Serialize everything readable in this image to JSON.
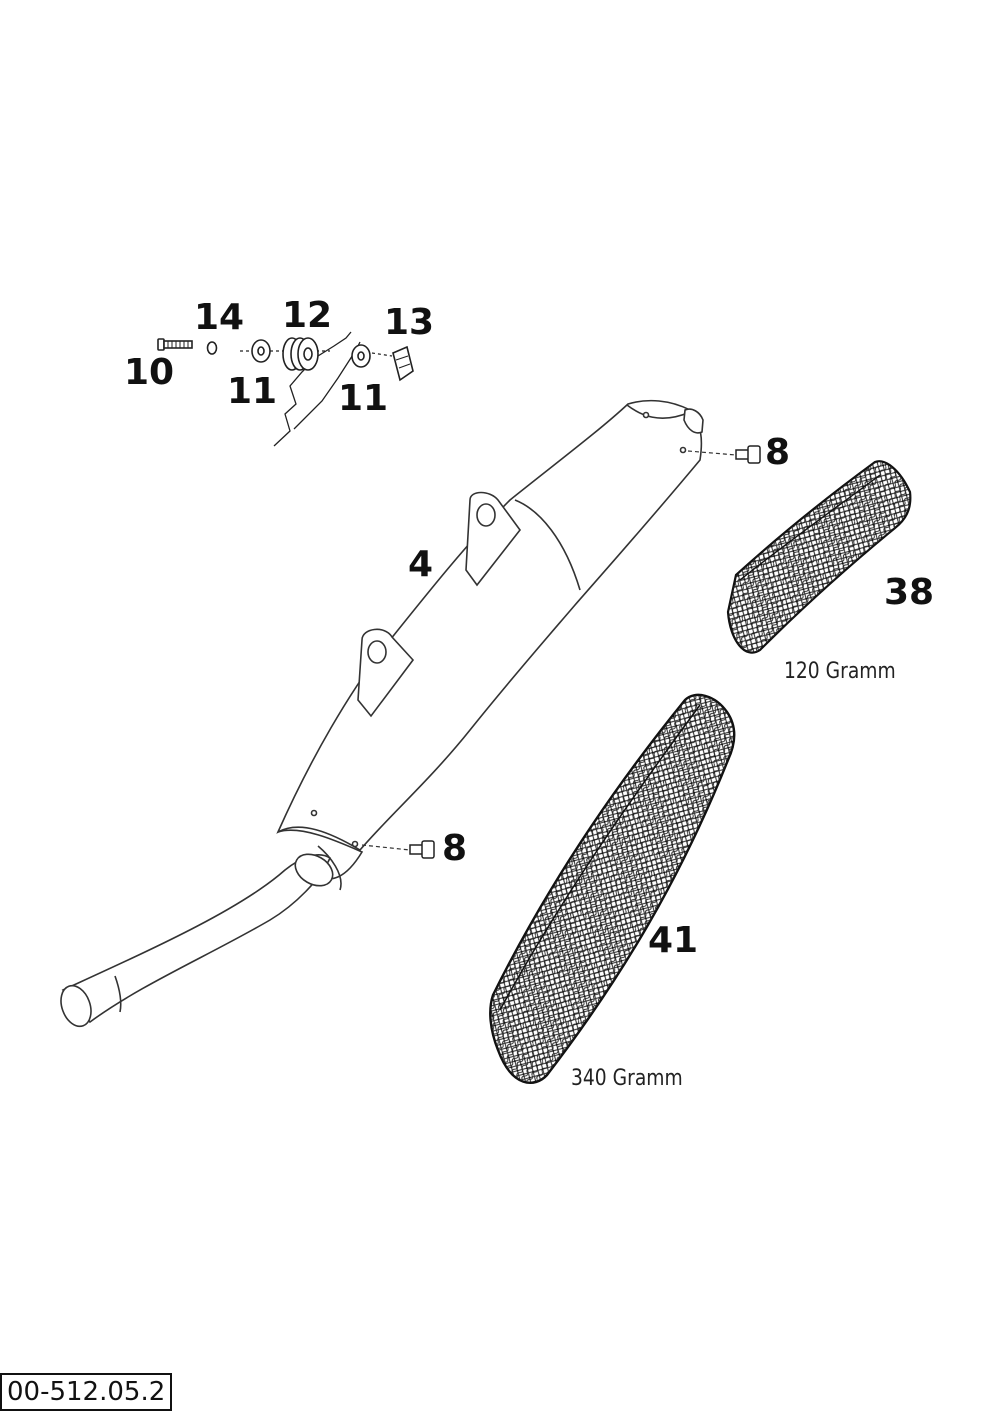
{
  "diagram": {
    "callouts": {
      "part_14": "14",
      "part_12": "12",
      "part_13": "13",
      "part_10": "10",
      "part_11_left": "11",
      "part_11_right": "11",
      "part_8_top": "8",
      "part_4": "4",
      "part_38": "38",
      "part_8_bottom": "8",
      "part_41": "41"
    },
    "weights": {
      "packing_38": "120 Gramm",
      "packing_41": "340 Gramm"
    },
    "drawing_id": "00-512.05.2"
  }
}
